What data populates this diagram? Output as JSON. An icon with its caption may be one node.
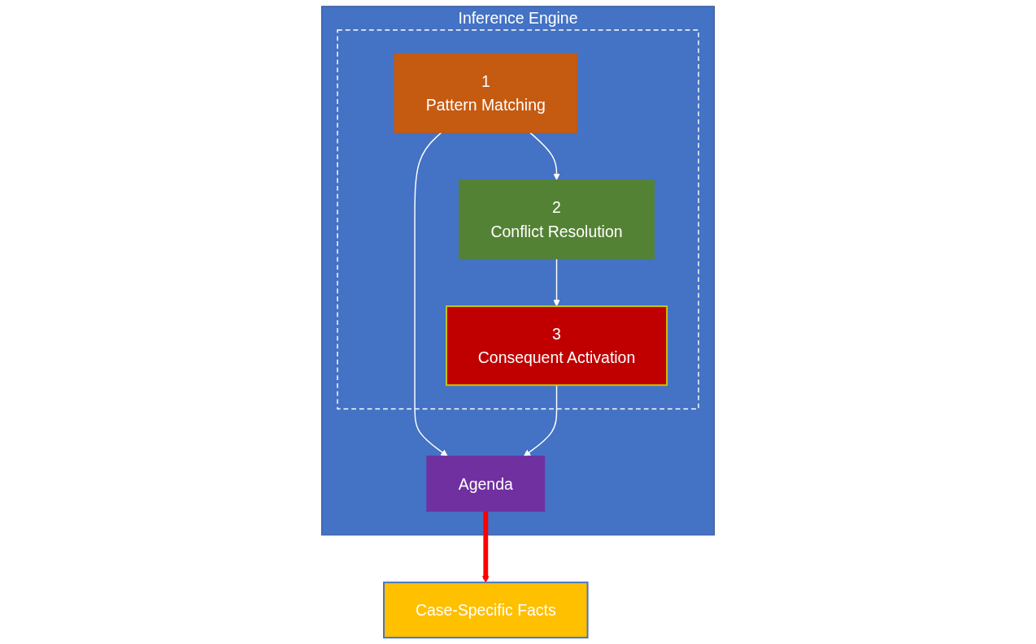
{
  "diagram": {
    "nodes": [
      {
        "text": [
          "Inference Engine"
        ]
      },
      {
        "text": [],
        "shape": "box",
        "in": 0
      },
      {
        "text": [
          "1",
          "Pattern Matching"
        ],
        "in": 1
      },
      {
        "text": [
          "2",
          "Conflict Resolution"
        ],
        "in": 1
      },
      {
        "text": [
          "3",
          "Consequent Activation"
        ],
        "in": 1
      },
      {
        "text": [
          "Agenda"
        ],
        "in": 0
      },
      {
        "text": [
          "Case-Specific Facts"
        ]
      }
    ],
    "edges": [
      {
        "from": 2,
        "to": 3,
        "arrow": "to"
      },
      {
        "from": 3,
        "to": 4,
        "arrow": "to"
      },
      {
        "from": 2,
        "to": 5,
        "arrow": "to"
      },
      {
        "from": 4,
        "to": 5,
        "arrow": "to"
      },
      {
        "from": 5,
        "to": 6,
        "arrow": "to",
        "style": "thick",
        "color": "#ff0000"
      }
    ]
  }
}
